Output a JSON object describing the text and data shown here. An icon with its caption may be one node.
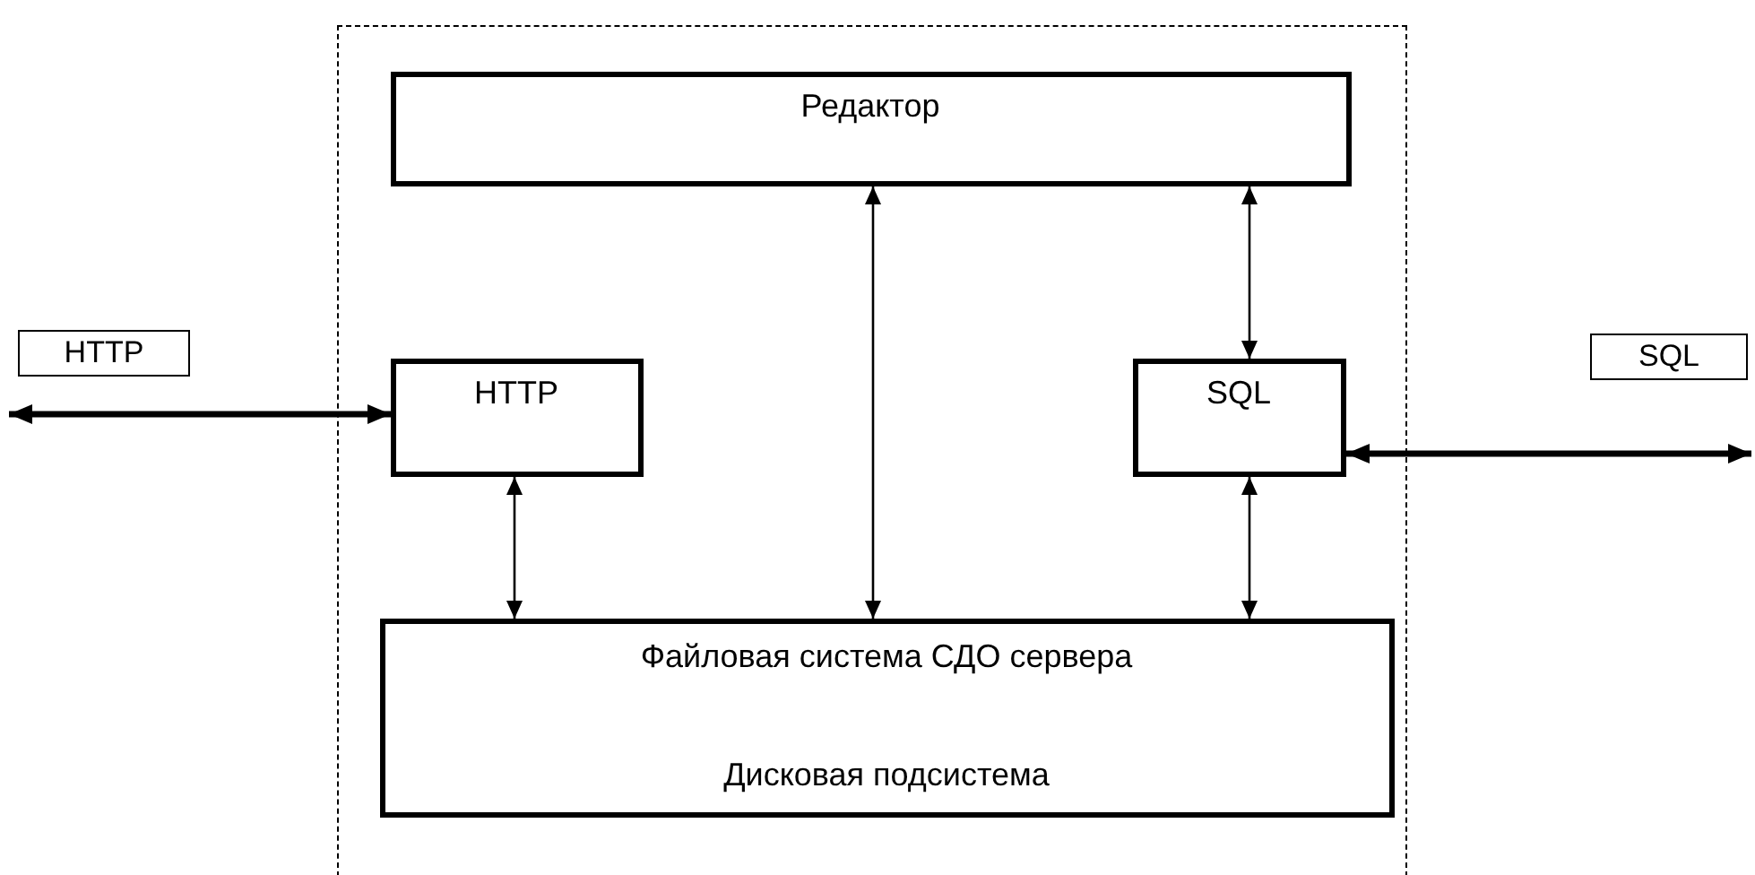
{
  "diagram": {
    "nodes": [
      {
        "text": [],
        "shape": "box"
      },
      {
        "text": [
          "Редактор"
        ],
        "in": 0
      },
      {
        "text": [
          "HTTP"
        ],
        "in": 0
      },
      {
        "text": [
          "SQL"
        ],
        "in": 0
      },
      {
        "text": [
          "Файловая система СДО сервера",
          "Дисковая подсистема"
        ],
        "in": 0
      }
    ],
    "edges": [
      {
        "from": null,
        "to": 2,
        "arrow": "both",
        "style": "thick",
        "label": "HTTP"
      },
      {
        "from": 3,
        "to": null,
        "arrow": "both",
        "style": "thick",
        "label": "SQL"
      },
      {
        "from": 1,
        "to": 4,
        "arrow": "both"
      },
      {
        "from": 1,
        "to": 3,
        "arrow": "both"
      },
      {
        "from": 2,
        "to": 4,
        "arrow": "both"
      },
      {
        "from": 3,
        "to": 4,
        "arrow": "both"
      }
    ]
  }
}
